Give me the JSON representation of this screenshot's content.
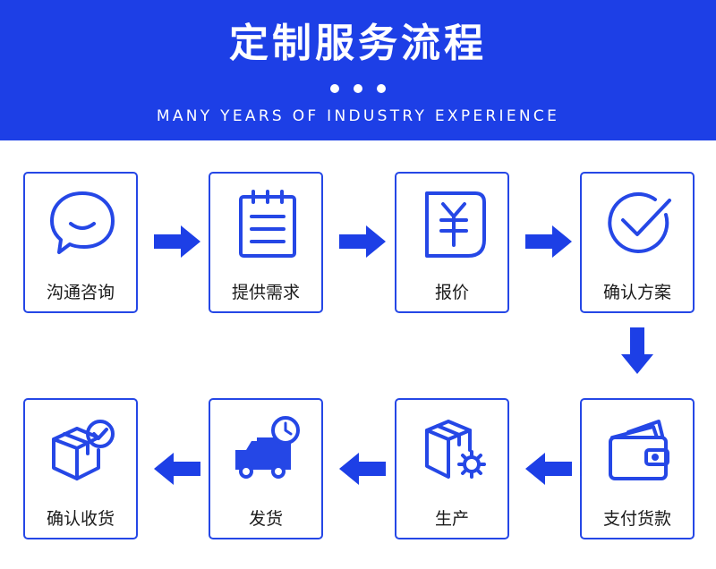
{
  "header": {
    "title": "定制服务流程",
    "subtitle": "MANY YEARS OF INDUSTRY EXPERIENCE"
  },
  "steps": [
    {
      "label": "沟通咨询",
      "icon": "chat-bubble-icon"
    },
    {
      "label": "提供需求",
      "icon": "clipboard-icon"
    },
    {
      "label": "报价",
      "icon": "yuan-document-icon"
    },
    {
      "label": "确认方案",
      "icon": "check-circle-icon"
    },
    {
      "label": "支付货款",
      "icon": "wallet-icon"
    },
    {
      "label": "生产",
      "icon": "box-gear-icon"
    },
    {
      "label": "发货",
      "icon": "delivery-truck-icon"
    },
    {
      "label": "确认收货",
      "icon": "box-check-icon"
    }
  ],
  "colors": {
    "brand": "#1d3fe6",
    "card_border": "#2547e6"
  }
}
